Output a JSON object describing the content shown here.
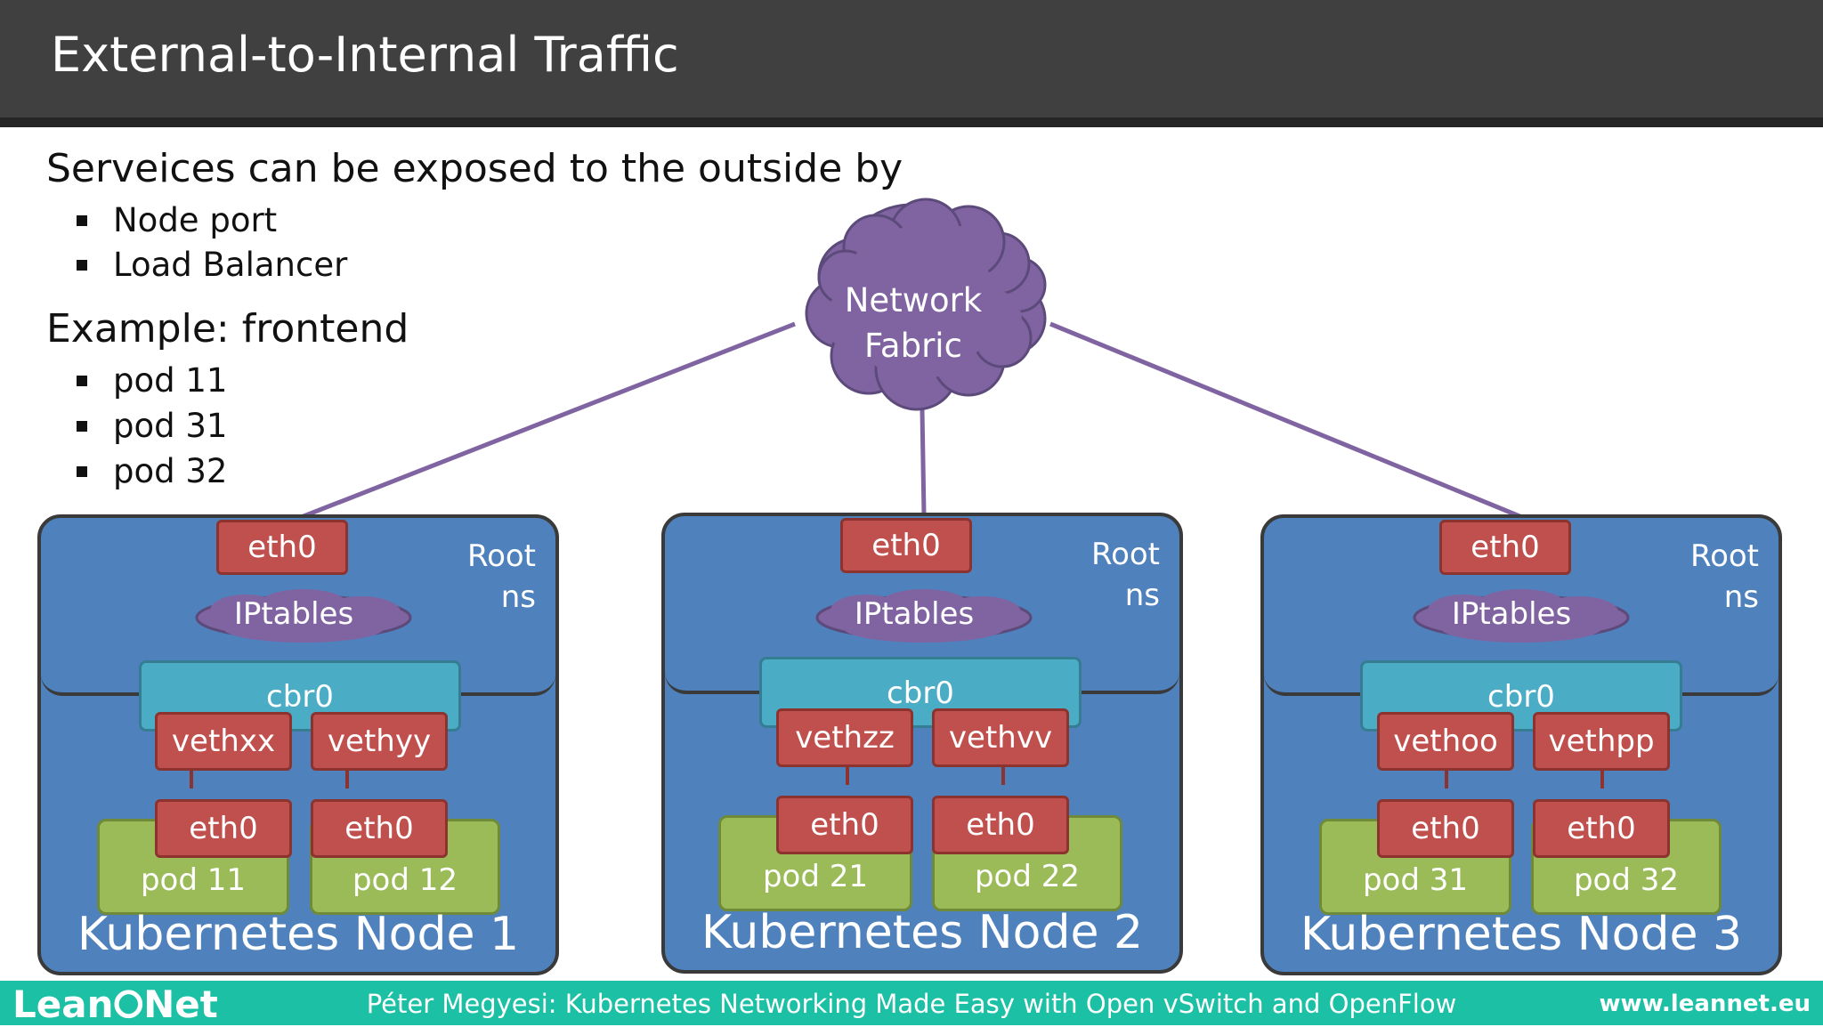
{
  "header": {
    "title": "External-to-Internal Traffic"
  },
  "intro": {
    "heading": "Serveices can be exposed to the outside by",
    "items": [
      "Node port",
      "Load Balancer"
    ]
  },
  "example": {
    "heading": "Example: frontend",
    "items": [
      "pod 11",
      "pod 31",
      "pod 32"
    ]
  },
  "network_fabric": {
    "label_line1": "Network",
    "label_line2": "Fabric"
  },
  "nodes": [
    {
      "name": "Kubernetes Node 1",
      "eth0": "eth0",
      "root_ns": "Root\nns",
      "iptables": "IPtables",
      "bridge": "cbr0",
      "veths": [
        "vethxx",
        "vethyy"
      ],
      "pods": [
        {
          "eth": "eth0",
          "name": "pod 11"
        },
        {
          "eth": "eth0",
          "name": "pod 12"
        }
      ]
    },
    {
      "name": "Kubernetes Node 2",
      "eth0": "eth0",
      "root_ns": "Root\nns",
      "iptables": "IPtables",
      "bridge": "cbr0",
      "veths": [
        "vethzz",
        "vethvv"
      ],
      "pods": [
        {
          "eth": "eth0",
          "name": "pod 21"
        },
        {
          "eth": "eth0",
          "name": "pod 22"
        }
      ]
    },
    {
      "name": "Kubernetes Node 3",
      "eth0": "eth0",
      "root_ns": "Root\nns",
      "iptables": "IPtables",
      "bridge": "cbr0",
      "veths": [
        "vethoo",
        "vethpp"
      ],
      "pods": [
        {
          "eth": "eth0",
          "name": "pod 31"
        },
        {
          "eth": "eth0",
          "name": "pod 32"
        }
      ]
    }
  ],
  "footer": {
    "logo": "Lean⭘Net",
    "credit": "Péter Megyesi: Kubernetes Networking Made Easy with Open vSwitch and OpenFlow",
    "site": "www.leannet.eu"
  },
  "colors": {
    "title_bar": "#404040",
    "node": "#4f81bd",
    "interface": "#c0504d",
    "bridge": "#4bacc6",
    "pod": "#9bbb59",
    "cloud": "#8064a2",
    "footer": "#1cc0a5"
  }
}
